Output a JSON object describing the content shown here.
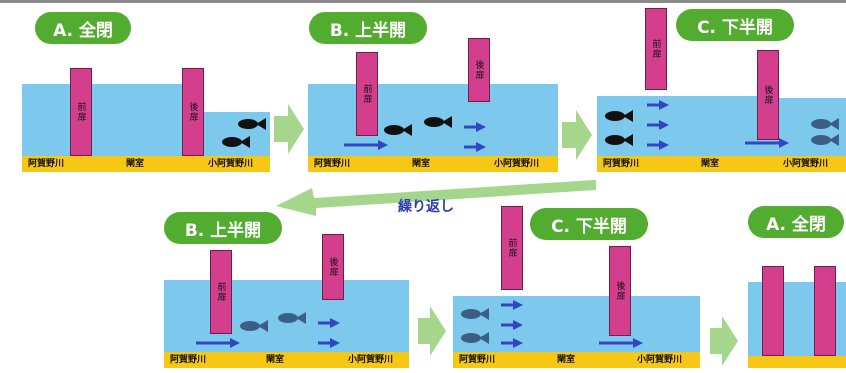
{
  "steps": {
    "a_closed": "A. 全閉",
    "b_upper": "B. 上半開",
    "c_lower": "C. 下半開"
  },
  "gates": {
    "front": "前扉",
    "rear": "後扉"
  },
  "ground": {
    "left": "阿賀野川",
    "middle": "閘室",
    "right": "小阿賀野川"
  },
  "repeat_label": "繰り返し",
  "colors": {
    "pill": "#52ac2f",
    "water": "#7dc9ee",
    "ground": "#f7c716",
    "gate": "#d43f8d",
    "arrow": "#3346c0",
    "flow_arrow": "#a6d68c"
  }
}
